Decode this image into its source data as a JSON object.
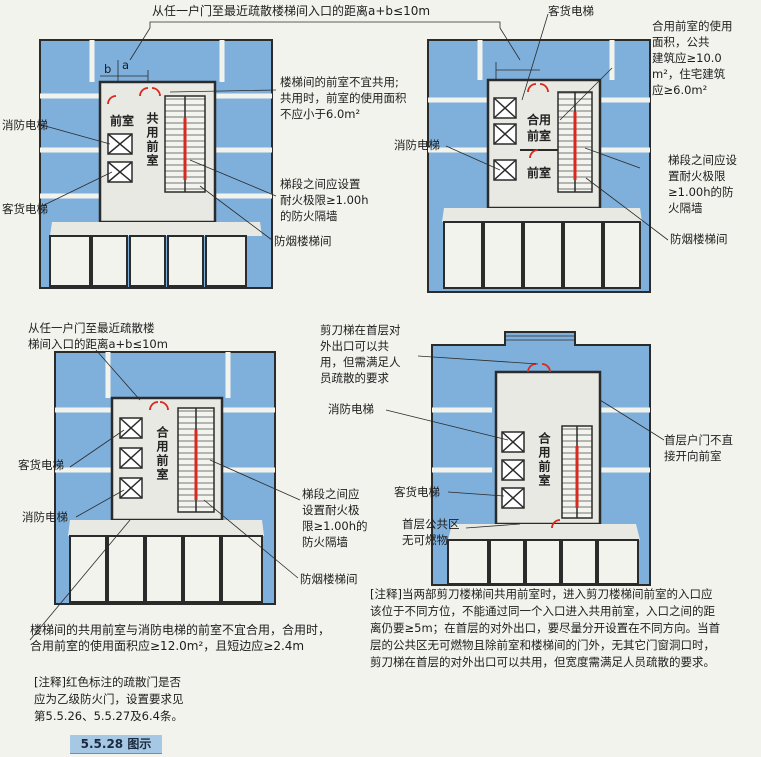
{
  "labels": {
    "top_distance": "从任一户门至最近疏散楼梯间入口的距离a+b≤10m",
    "p1_vestibule_note": [
      "楼梯间的前室不宜共用;",
      "共用时，前室的使用面积",
      "不应小于6.0m²"
    ],
    "p1_fire_elevator": "消防电梯",
    "p1_freight_elevator": "客货电梯",
    "p1_wall_note": [
      "梯段之间应设置",
      "耐火极限≥1.00h",
      "的防火隔墙"
    ],
    "p1_smoke_stair": "防烟楼梯间",
    "p1_room_front": "前室",
    "p1_room_shared": "共用前室",
    "p2_freight_elevator": "客货电梯",
    "p2_area_note": [
      "合用前室的使用",
      "面积，公共",
      "建筑应≥10.0",
      "m²，住宅建筑",
      "应≥6.0m²"
    ],
    "p2_fire_elevator": "消防电梯",
    "p2_wall_note": [
      "梯段之间应设",
      "置耐火极限",
      "≥1.00h的防",
      "火隔墙"
    ],
    "p2_smoke_stair": "防烟楼梯间",
    "p2_room_shared": "合用前室",
    "p2_room_front": "前室",
    "p3_distance": [
      "从任一户门至最近疏散楼",
      "梯间入口的距离a+b≤10m"
    ],
    "p3_freight_elevator": "客货电梯",
    "p3_fire_elevator": "消防电梯",
    "p3_wall_note": [
      "梯段之间应",
      "设置耐火极",
      "限≥1.00h的",
      "防火隔墙"
    ],
    "p3_smoke_stair": "防烟楼梯间",
    "p3_room_shared": "合用前室",
    "p3_bottom_note": [
      "楼梯间的共用前室与消防电梯的前室不宜合用，合用时，",
      "合用前室的使用面积应≥12.0m²，且短边应≥2.4m"
    ],
    "p4_scissor_note": [
      "剪刀梯在首层对",
      "外出口可以共",
      "用，但需满足人",
      "员疏散的要求"
    ],
    "p4_fire_elevator": "消防电梯",
    "p4_ground_door": [
      "首层户门不直",
      "接开向前室"
    ],
    "p4_freight_elevator": "客货电梯",
    "p4_public_area": [
      "首层公共区",
      "无可燃物"
    ],
    "p4_room_shared": "合用前室",
    "dim_a": "a",
    "dim_b": "b"
  },
  "notes": {
    "right": [
      "[注释]当两部剪刀楼梯间共用前室时，进入剪刀楼梯间前室的入口应",
      "该位于不同方位，不能通过同一个入口进入共用前室，入口之间的距",
      "离仍要≥5m；在首层的对外出口，要尽量分开设置在不同方向。当首",
      "层的公共区无可燃物且除前室和楼梯间的门外，无其它门窗洞口时，",
      "剪刀梯在首层的对外出口可以共用，但宽度需满足人员疏散的要求。"
    ],
    "left": [
      "[注释]红色标注的疏散门是否",
      "应为乙级防火门，设置要求见",
      "第5.5.26、5.5.27及6.4条。"
    ]
  },
  "footer": "5.5.28 图示",
  "colors": {
    "room_blue": "#7fb0dc",
    "wall": "#2b2b2b",
    "fire_door": "#d9281e",
    "floor": "#e9e9e4"
  }
}
